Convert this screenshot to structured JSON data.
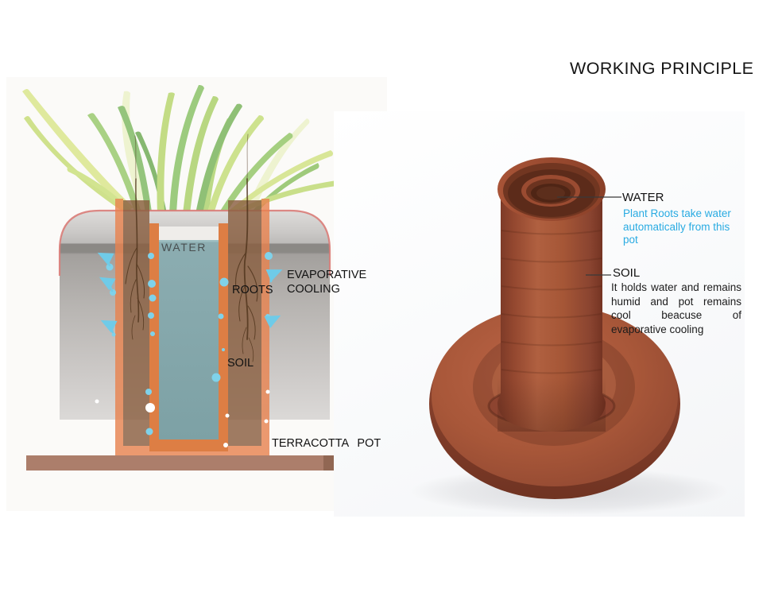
{
  "title": "WORKING PRINCIPLE",
  "cross_section": {
    "water_label": "WATER",
    "roots_label": "ROOTS",
    "evaporative_cooling_label": "EVAPORATIVE COOLING",
    "soil_label": "SOIL",
    "terracotta_pot_label": "TERRACOTTA POT"
  },
  "annotations": {
    "water": {
      "label": "WATER",
      "description": "Plant Roots take water automatically from this pot"
    },
    "soil": {
      "label": "SOIL",
      "description": "It holds water and remains humid and pot remains cool beacuse of evaporative cooling"
    }
  },
  "colors": {
    "annotation_blue": "#29ABE2",
    "terracotta_orange": "#E0803F",
    "outer_pot_overlay_orange": "#E8824E",
    "water_teal": "#85A9AD",
    "soil_brown": "#8A5F41",
    "droplet_cyan": "#7FD2EA",
    "arrow_cyan": "#6FCBE8",
    "grass_green": "#A9D184",
    "metal_pot_gray": "#B5B2AF",
    "pot_rim_pink": "#D97C78",
    "table_brown": "#AC7E6B",
    "render_terracotta": "#A65138"
  }
}
